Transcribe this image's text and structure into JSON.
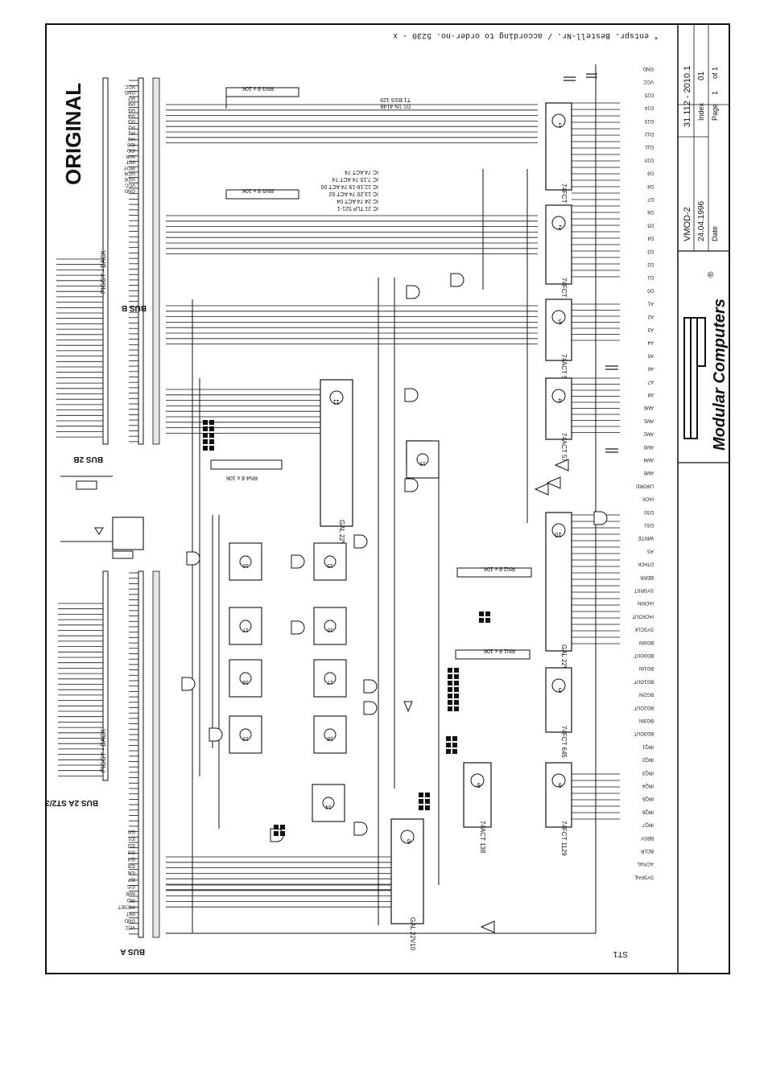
{
  "title_block": {
    "watermark": "ORIGINAL",
    "company": "Modular Computers",
    "registered": "®",
    "board": "VMOD-2",
    "drawing_no": "31.112 - 2010.1",
    "date_label": "Date",
    "date": "24.04.1996",
    "index_label": "Index",
    "index": "01",
    "page_label": "Page",
    "page": "1",
    "page_of": "of 1"
  },
  "note": "* entspr. Bestell-Nr. / according to order-no. 5230 - x",
  "connectors": {
    "bus_b": "BUS B",
    "bus_a": "BUS A",
    "bus_2b": "BUS 2B",
    "bus_2a_note": "BUS 2A  ST2/3",
    "piggy_back": "PIGGY - BACK",
    "st1": "ST1",
    "bus_b_signals": [
      "VCC",
      "GND",
      "IA7",
      "IA6",
      "IA5",
      "IA4",
      "IA3",
      "IA2",
      "IA1",
      "IA0",
      "IDS",
      "IRD",
      "IWR",
      "IINT",
      "IRDY",
      "IAD6",
      "IAD5",
      "VCC",
      "GND"
    ],
    "bus_a_signals": [
      "ID0",
      "ID1",
      "ID2",
      "ID3",
      "ID4",
      "ID5",
      "ID6",
      "ID7",
      "IDS",
      "IWR",
      "IRD",
      "IRESET",
      "IINT",
      "GND",
      "VCC"
    ]
  },
  "components": {
    "u1": {
      "ref": "1",
      "part": "74FCT 646"
    },
    "u2": {
      "ref": "2",
      "part": "74FCT 646"
    },
    "u3": {
      "ref": "3",
      "part": "74FCT 645"
    },
    "u4": {
      "ref": "4",
      "part": "74ACT 574"
    },
    "u5": {
      "ref": "5",
      "part": "74ACT 574"
    },
    "u6": {
      "ref": "6",
      "part": "GAL 22V10"
    },
    "u8": {
      "ref": "8",
      "part": "74ACT 138"
    },
    "u9": {
      "ref": "9",
      "part": "74FCT 1129"
    },
    "u10": {
      "ref": "10",
      "part": "GAL 22V10"
    },
    "u11": {
      "ref": "11",
      "part": "GAL 22V10"
    },
    "u12": {
      "ref": "12"
    },
    "u21": {
      "ref": "21"
    },
    "flipflops": [
      "14",
      "15",
      "16",
      "16",
      "17",
      "17",
      "18",
      "18",
      "19",
      "19",
      "20"
    ]
  },
  "resistor_nets": {
    "rn1": "RN1 8 x 10K",
    "rn2": "RN2 8 x 10K",
    "rn3": "RN3 8 x 10K",
    "rn4": "RN4 8 x 10K",
    "rn5": "RN5 8 x 10K"
  },
  "ic_table": [
    "IC 74 ACT 74",
    "IC 7,15 74 ACT 74",
    "IC 12,16-19 74 ACT 00",
    "IC 13,20 74 ACT 02",
    "IC 24 74 ACT 04",
    "IC 21 TLP 521-1"
  ],
  "transistors": {
    "t1": "T1  BSS 129",
    "t2": "D1  1N 4148"
  },
  "right_signals": [
    "GND",
    "VCC",
    "D15",
    "D14",
    "D13",
    "D12",
    "D11",
    "D10",
    "D9",
    "D8",
    "D7",
    "D6",
    "D5",
    "D4",
    "D3",
    "D2",
    "D1",
    "D0",
    "A1",
    "A2",
    "A3",
    "A4",
    "A5",
    "A6",
    "A7",
    "A8",
    "AM0",
    "AM1",
    "AM2",
    "AM3",
    "AM4",
    "AM5",
    "LWORD",
    "IACK",
    "DS0",
    "DS1",
    "WRITE",
    "AS",
    "DTACK",
    "BERR",
    "SYSRST",
    "IACKIN",
    "IACKOUT",
    "SYSCLK",
    "BG0IN",
    "BG0OUT",
    "BG1IN",
    "BG1OUT",
    "BG2IN",
    "BG2OUT",
    "BG3IN",
    "BG3OUT",
    "IRQ1",
    "IRQ2",
    "IRQ3",
    "IRQ4",
    "IRQ5",
    "IRQ6",
    "IRQ7",
    "BBSY",
    "BCLR",
    "ACFAIL",
    "SYSFAIL"
  ]
}
